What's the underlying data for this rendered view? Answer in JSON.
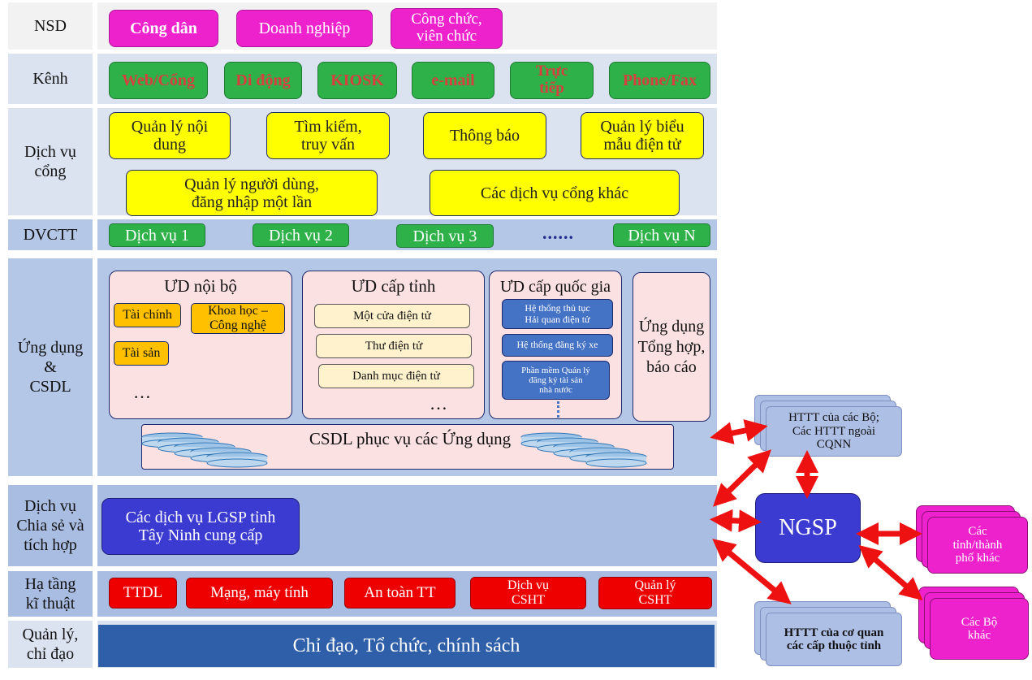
{
  "rows": {
    "nsd": "NSD",
    "kenh": "Kênh",
    "dich_vu_cong": "Dịch vụ\ncổng",
    "dvctt": "DVCTT",
    "ung_dung": "Ứng dụng\n&\nCSDL",
    "chia_se": "Dịch vụ\nChia sẻ và\ntích hợp",
    "ha_tang": "Hạ tầng\nkĩ thuật",
    "quan_ly": "Quản lý,\nchỉ đạo"
  },
  "nsd": [
    "Công dân",
    "Doanh nghiệp",
    "Công chức,\nviên chức"
  ],
  "kenh": [
    "Web/Cổng",
    "Di động",
    "KIOSK",
    "e-mail",
    "Trực\ntiếp",
    "Phone/Fax"
  ],
  "dich_vu_cong": [
    "Quản lý nội\ndung",
    "Tìm kiếm,\ntruy vấn",
    "Thông báo",
    "Quản lý biểu\nmẫu điện tử",
    "Quản lý người dùng,\nđăng nhập một lần",
    "Các dịch vụ cổng khác"
  ],
  "dvctt": [
    "Dịch vụ 1",
    "Dịch vụ 2",
    "Dịch vụ 3",
    "......",
    "Dịch vụ N"
  ],
  "app": {
    "noi_bo_title": "ƯD nội bộ",
    "noi_bo_items": [
      "Tài chính",
      "Khoa học –\nCông nghệ",
      "Tài sản",
      "…"
    ],
    "cap_tinh_title": "ƯD cấp tỉnh",
    "cap_tinh_items": [
      "Một cửa điện tử",
      "Thư điện tử",
      "Danh mục điện tử",
      "…"
    ],
    "quoc_gia_title": "ƯD cấp quốc gia",
    "quoc_gia_items": [
      "Hệ thống thủ tục\nHải quan điện tử",
      "Hệ thống đăng ký xe",
      "Phần mềm Quản lý\nđăng ký tài sản\nnhà nước"
    ],
    "tong_hop": "Ứng dụng\nTổng hợp,\nbáo cáo",
    "csdl": "CSDL phục vụ các Ứng dụng"
  },
  "lgsp": "Các dịch vụ LGSP tỉnh\nTây Ninh cung cấp",
  "ha_tang": [
    "TTDL",
    "Mạng, máy tính",
    "An toàn TT",
    "Dịch vụ\nCSHT",
    "Quản lý\nCSHT"
  ],
  "quan_ly": "Chỉ đạo, Tổ chức, chính sách",
  "right": {
    "httt_bo": "HTTT của các Bộ;\nCác HTTT ngoài\nCQNN",
    "ngsp": "NGSP",
    "tinh_khac": "Các\ntỉnh/thành\nphố khác",
    "httt_co_quan": "HTTT của cơ quan\ncác cấp thuộc tỉnh",
    "bo_khac": "Các Bộ\nkhác"
  },
  "colors": {
    "row_bg_light": "#dbe3f1",
    "row_bg_mid": "#b4c7e7",
    "arrow_red": "#ee1111",
    "quan_ly_bar": "#2e5fa8"
  }
}
